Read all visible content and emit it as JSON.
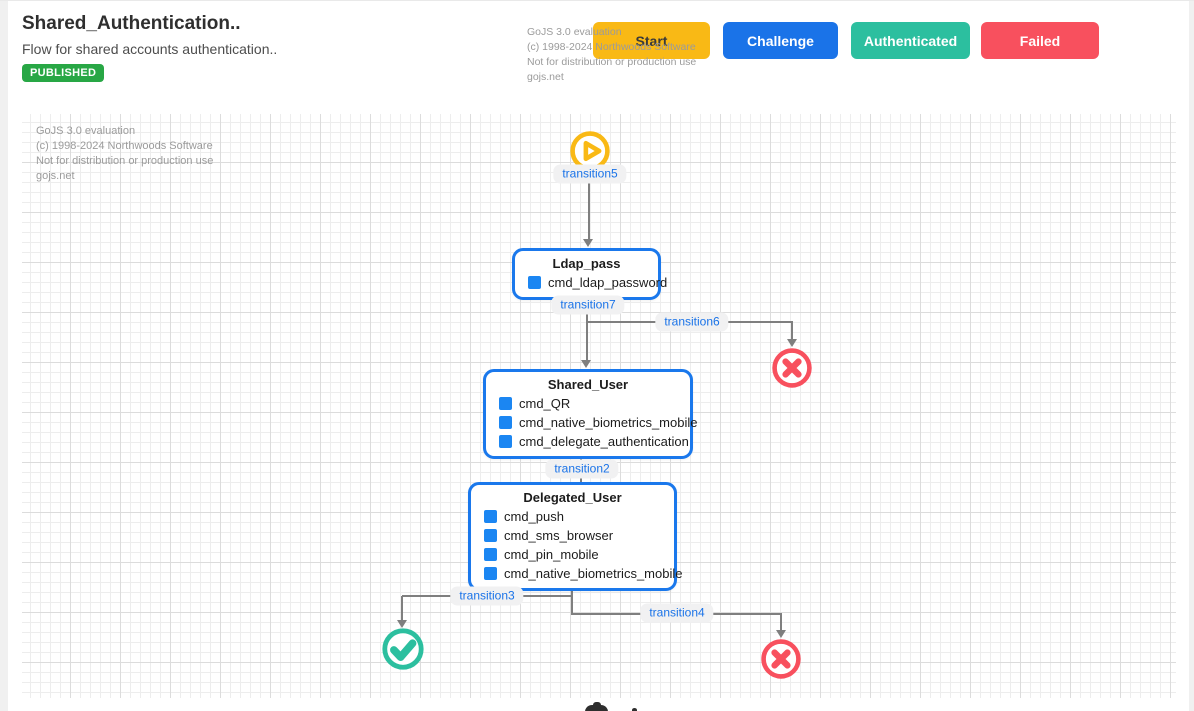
{
  "page": {
    "title": "Shared_Authentication..",
    "subtitle": "Flow for shared accounts authentication..",
    "status": "PUBLISHED"
  },
  "legend": {
    "start": "Start",
    "challenge": "Challenge",
    "authenticated": "Authenticated",
    "failed": "Failed"
  },
  "watermark": {
    "lines": [
      "GoJS 3.0 evaluation",
      "(c) 1998-2024 Northwoods Software",
      "Not for distribution or production use",
      "gojs.net"
    ]
  },
  "diagram": {
    "nodes": {
      "ldap_pass": {
        "title": "Ldap_pass",
        "commands": [
          "cmd_ldap_password"
        ]
      },
      "shared_user": {
        "title": "Shared_User",
        "commands": [
          "cmd_QR",
          "cmd_native_biometrics_mobile",
          "cmd_delegate_authentication"
        ]
      },
      "delegated_user": {
        "title": "Delegated_User",
        "commands": [
          "cmd_push",
          "cmd_sms_browser",
          "cmd_pin_mobile",
          "cmd_native_biometrics_mobile"
        ]
      }
    },
    "transitions": {
      "t5": "transition5",
      "t7": "transition7",
      "t6": "transition6",
      "t2": "transition2",
      "t3": "transition3",
      "t4": "transition4"
    }
  },
  "colors": {
    "node_blue": "#1a78ec",
    "label_blue": "#1a73e8",
    "start_yellow": "#f9b915",
    "success_green": "#2cbf9f",
    "fail_red": "#f8505e",
    "badge_green": "#28a745",
    "link_gray": "#7f7f7f"
  }
}
